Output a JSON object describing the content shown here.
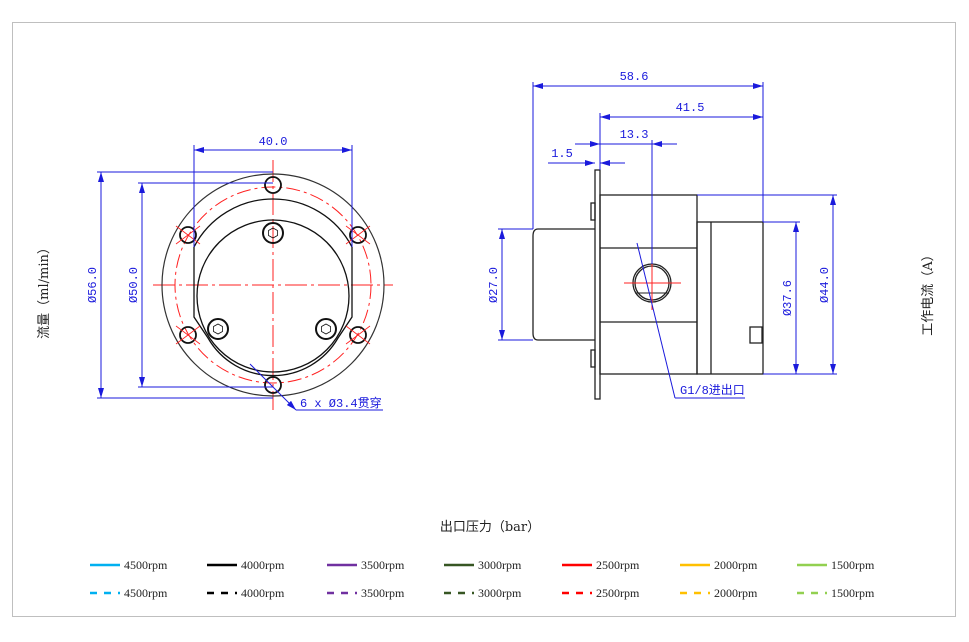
{
  "chart": {
    "x_axis_label": "出口压力（bar）",
    "y_axis_left_label": "流量（ml/min）",
    "y_axis_right_label": "工作电流（A）"
  },
  "drawing": {
    "front_view": {
      "width_dim": "40.0",
      "outer_dia": "Ø56.0",
      "bolt_circle_dia": "Ø50.0",
      "holes_note": "6 x Ø3.4贯穿"
    },
    "side_view": {
      "overall_length": "58.6",
      "body_length": "41.5",
      "port_offset": "13.3",
      "flange_thickness": "1.5",
      "cylinder_dia": "Ø27.0",
      "motor_dia": "Ø37.6",
      "body_dia": "Ø44.0",
      "port_note": "G1/8进出口"
    }
  },
  "legend": {
    "solid": [
      {
        "label": "4500rpm",
        "color": "#00b0f0"
      },
      {
        "label": "4000rpm",
        "color": "#000000"
      },
      {
        "label": "3500rpm",
        "color": "#7030a0"
      },
      {
        "label": "3000rpm",
        "color": "#375623"
      },
      {
        "label": "2500rpm",
        "color": "#ff0000"
      },
      {
        "label": "2000rpm",
        "color": "#ffc000"
      },
      {
        "label": "1500rpm",
        "color": "#92d050"
      }
    ],
    "dashed": [
      {
        "label": "4500rpm",
        "color": "#00b0f0"
      },
      {
        "label": "4000rpm",
        "color": "#000000"
      },
      {
        "label": "3500rpm",
        "color": "#7030a0"
      },
      {
        "label": "3000rpm",
        "color": "#375623"
      },
      {
        "label": "2500rpm",
        "color": "#ff0000"
      },
      {
        "label": "2000rpm",
        "color": "#ffc000"
      },
      {
        "label": "1500rpm",
        "color": "#92d050"
      }
    ]
  }
}
